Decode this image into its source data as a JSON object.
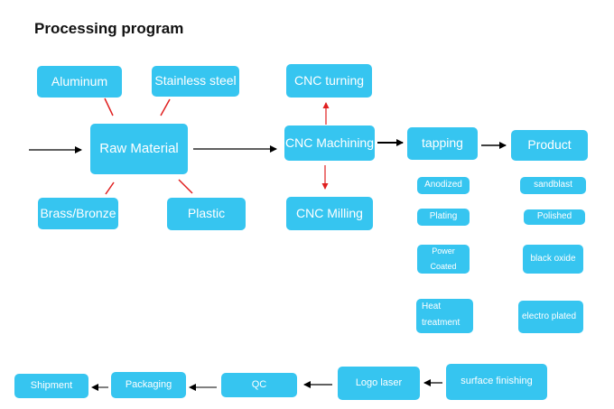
{
  "title": "Processing program",
  "nodes": {
    "aluminum": "Aluminum",
    "stainless_steel": "Stainless steel",
    "raw_material": "Raw Material",
    "brass_bronze": "Brass/Bronze",
    "plastic": "Plastic",
    "cnc_turning": "CNC turning",
    "cnc_machining": "CNC Machining",
    "cnc_milling": "CNC  Milling",
    "tapping": "tapping",
    "product": "Product",
    "anodized": "Anodized",
    "plating": "Plating",
    "power_coated_1": "Power",
    "power_coated_2": "Coated",
    "heat_treatment_1": "Heat",
    "heat_treatment_2": "treatment",
    "sandblast": "sandblast",
    "polished": "Polished",
    "black_oxide": "black oxide",
    "electro_plated": "electro plated",
    "shipment": "Shipment",
    "packaging": "Packaging",
    "qc": "QC",
    "logo_laser": "Logo laser",
    "surface_finishing": "surface finishing"
  },
  "colors": {
    "box": "#36c5f0",
    "box_text": "#ffffff",
    "arrow": "#000000",
    "red_arrow": "#e02020",
    "title": "#111111"
  }
}
